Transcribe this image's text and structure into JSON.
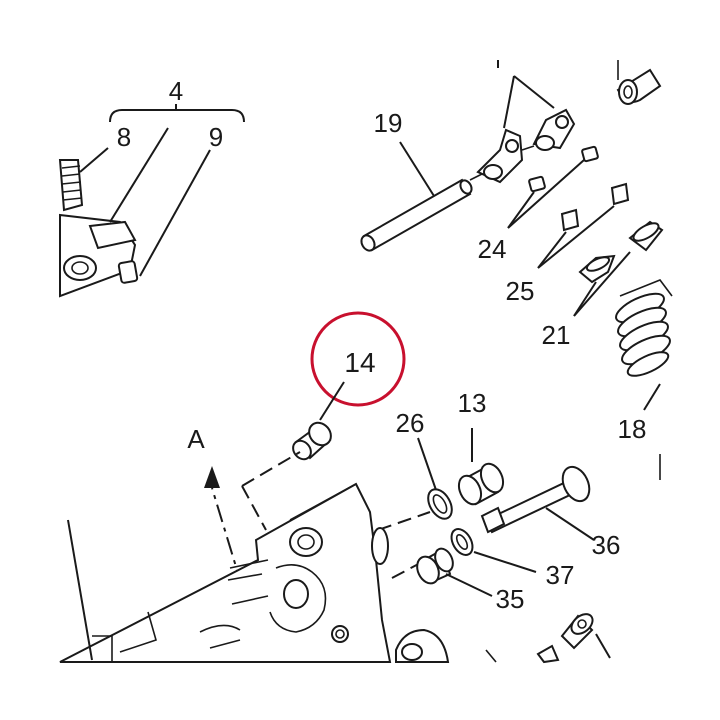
{
  "callouts": {
    "c4": "4",
    "c8": "8",
    "c9": "9",
    "c19": "19",
    "c24": "24",
    "c25": "25",
    "c21": "21",
    "c18": "18",
    "c14": "14",
    "c26": "26",
    "c13": "13",
    "c36": "36",
    "c37": "37",
    "c35": "35",
    "cA": "A"
  },
  "highlight": {
    "circle_color": "#c8102e",
    "highlighted_part": "14"
  },
  "colors": {
    "ink": "#1a1a1a",
    "background": "#ffffff"
  }
}
